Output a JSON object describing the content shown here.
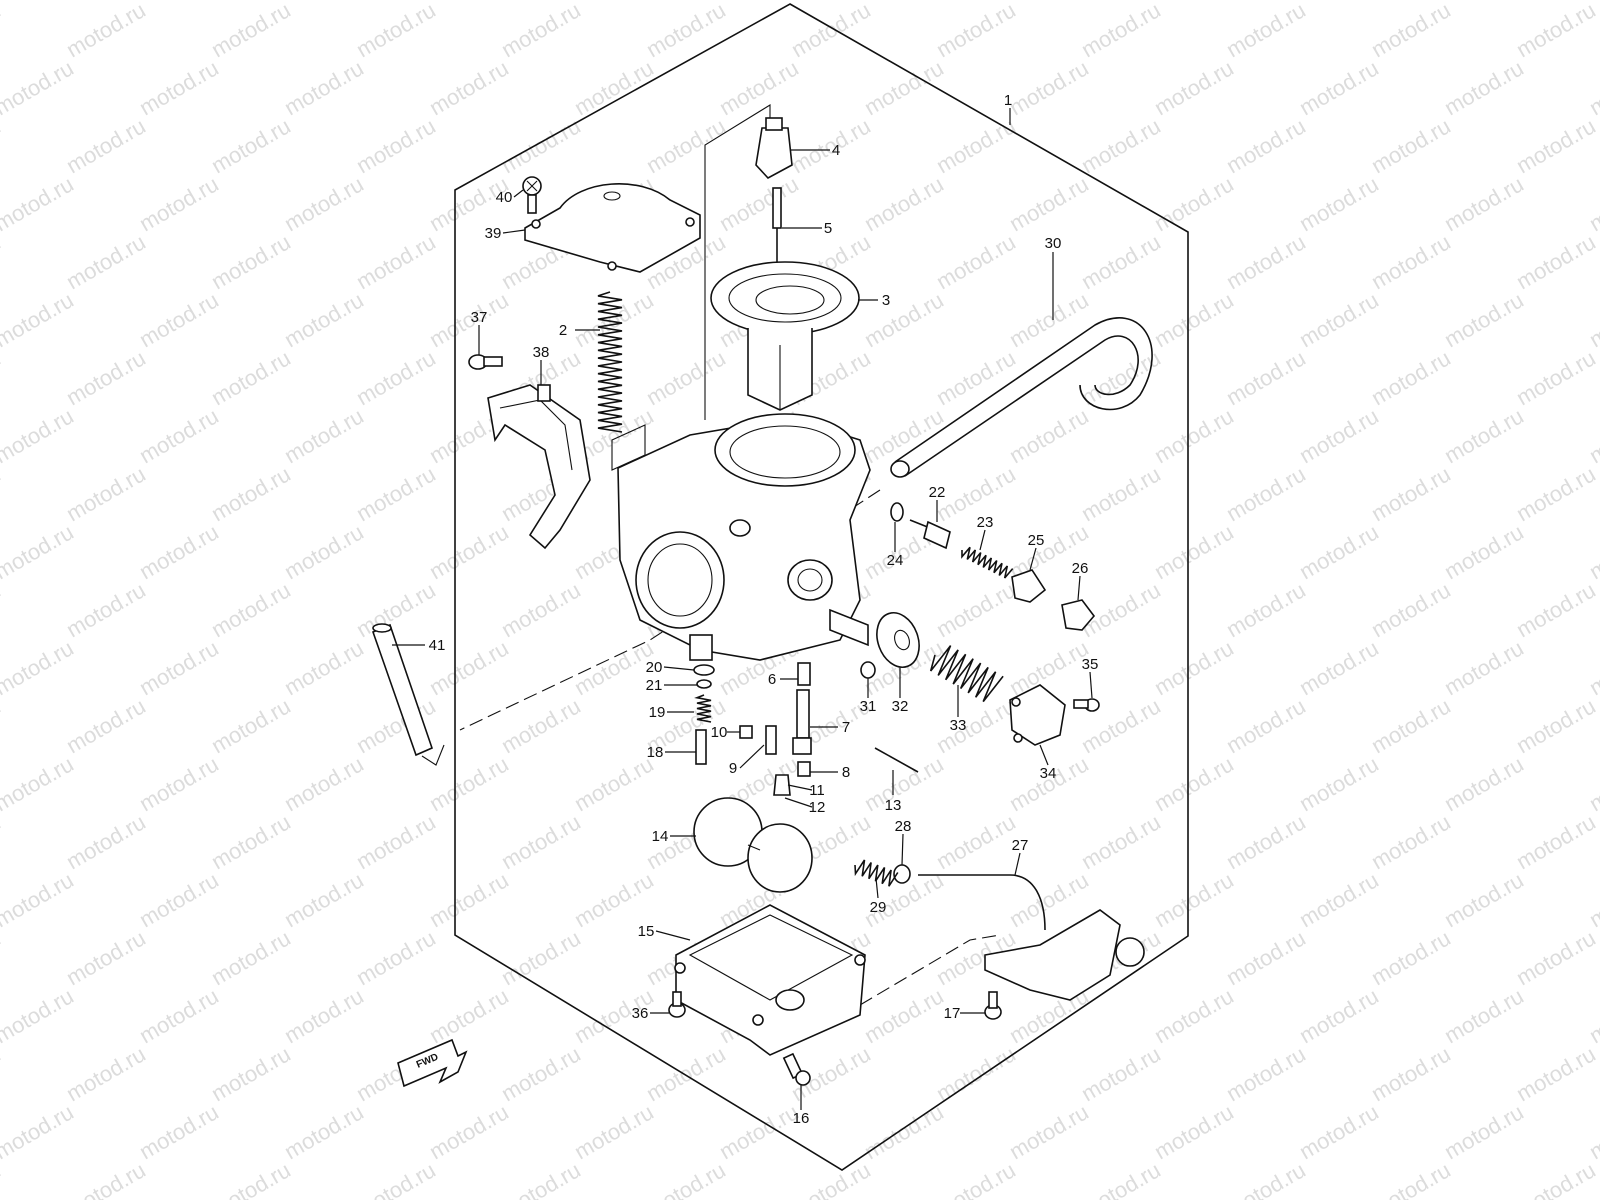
{
  "watermark": {
    "text": "motod.ru"
  },
  "diagram": {
    "fwd_label": "FWD",
    "part_numbers": [
      "1",
      "2",
      "3",
      "4",
      "5",
      "6",
      "7",
      "8",
      "9",
      "10",
      "11",
      "12",
      "13",
      "14",
      "15",
      "16",
      "17",
      "18",
      "19",
      "20",
      "21",
      "22",
      "23",
      "24",
      "25",
      "26",
      "27",
      "28",
      "29",
      "30",
      "31",
      "32",
      "33",
      "34",
      "35",
      "36",
      "37",
      "38",
      "39",
      "40",
      "41"
    ]
  }
}
